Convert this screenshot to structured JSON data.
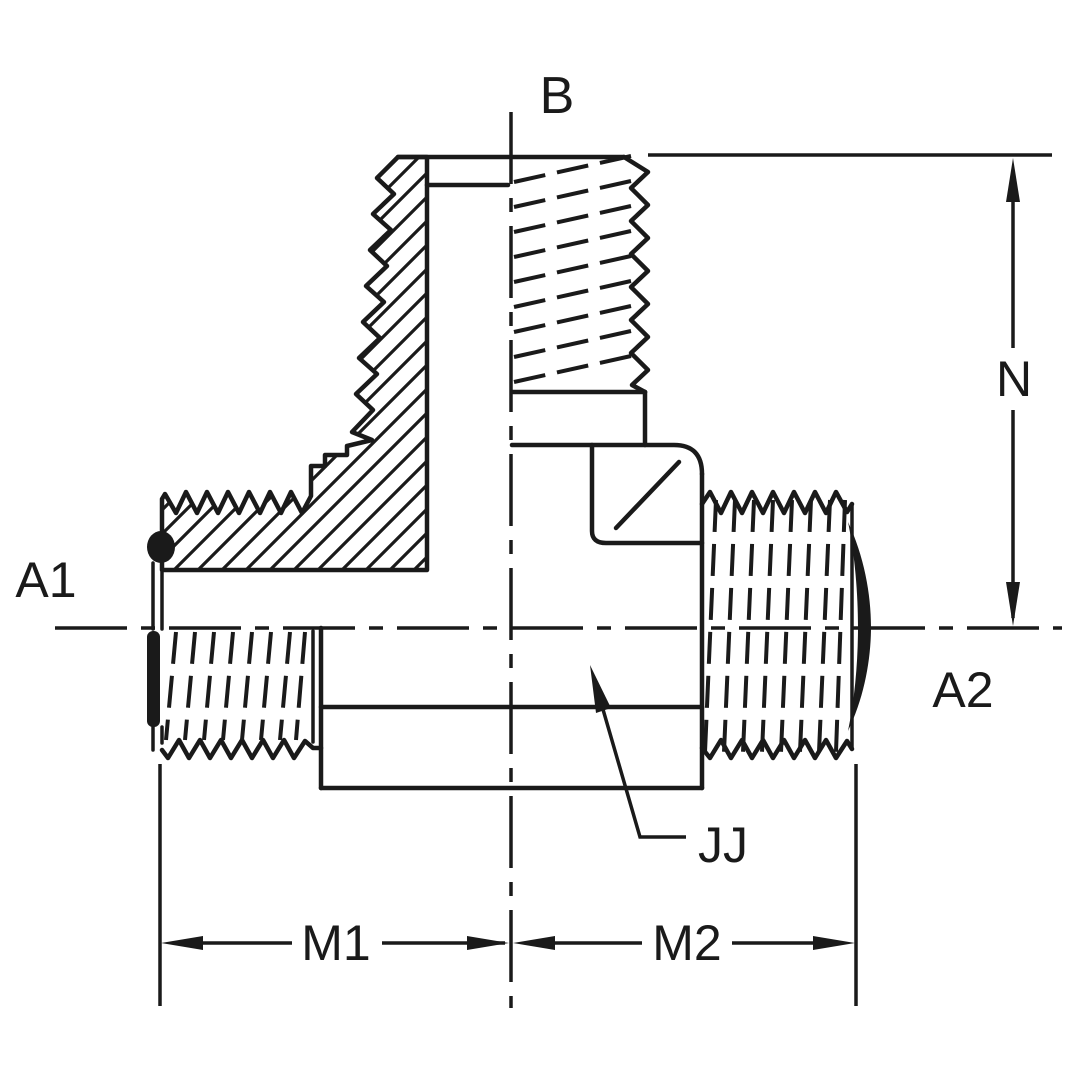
{
  "figure": {
    "labels": {
      "top_port": "B",
      "left_port": "A1",
      "right_port": "A2",
      "height_dimension": "N",
      "left_length_dimension": "M1",
      "right_length_dimension": "M2",
      "body_reference": "JJ"
    },
    "colors": {
      "ink": "#1a1a1a",
      "paper": "#ffffff"
    }
  }
}
